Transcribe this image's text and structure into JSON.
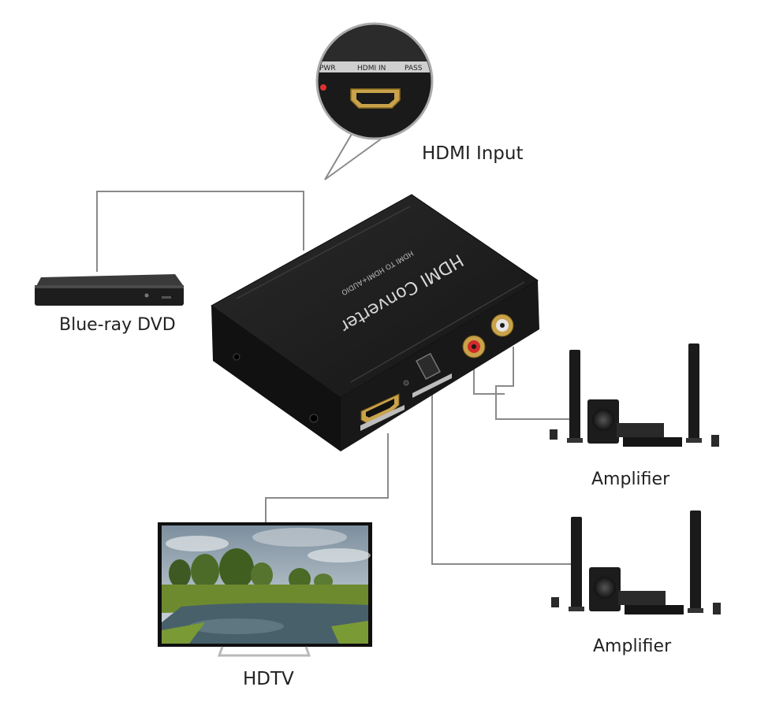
{
  "diagram": {
    "labels": {
      "hdmi_input": "HDMI Input",
      "bluray": "Blue-ray DVD",
      "amplifier_top": "Amplifier",
      "amplifier_bottom": "Amplifier",
      "hdtv": "HDTV"
    },
    "converter": {
      "title": "HDMI Converter",
      "subtitle": "HDMI TO HDMI+AUDIO"
    },
    "port_panel": {
      "pwr": "PWR",
      "hdmi_in": "HDMI IN",
      "pass": "PASS"
    },
    "colors": {
      "device_body": "#1c1c1c",
      "line": "#8a8a8a",
      "rca_red": "#d12a2a",
      "rca_white": "#e6e6e6",
      "connector_gold": "#c9a24a"
    }
  }
}
